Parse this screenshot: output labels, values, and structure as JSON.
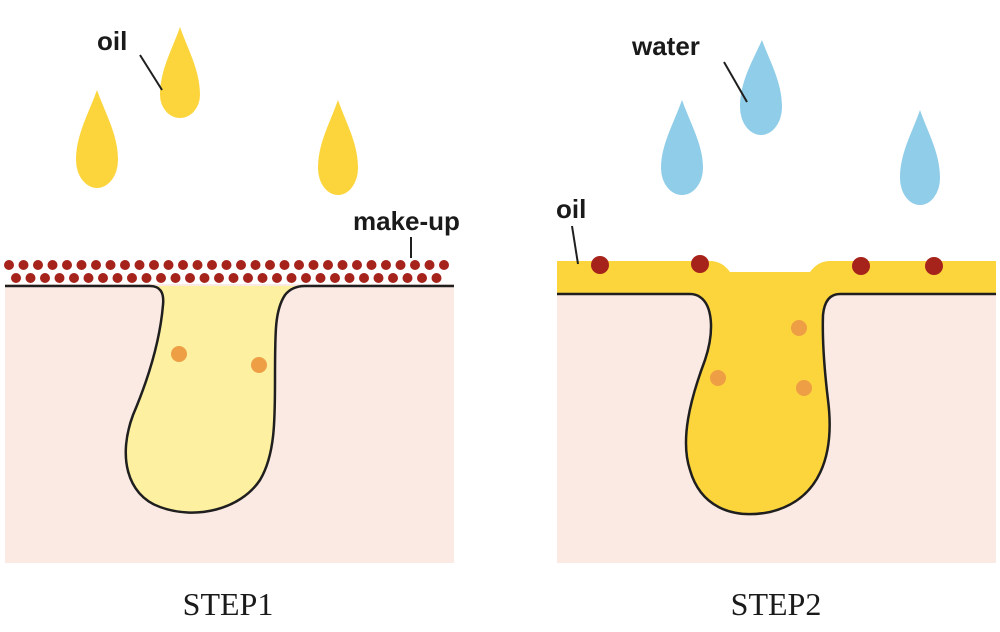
{
  "colors": {
    "oil": "#fcd53c",
    "oil_light": "#fdf0a0",
    "water": "#8fcde8",
    "skin": "#fbe9e3",
    "makeup": "#a6231b",
    "sebum_dot": "#ee9e44",
    "outline": "#1f1f1f"
  },
  "step1": {
    "caption": "STEP1",
    "label_oil": "oil",
    "label_makeup": "make-up"
  },
  "step2": {
    "caption": "STEP2",
    "label_water": "water",
    "label_oil": "oil"
  }
}
